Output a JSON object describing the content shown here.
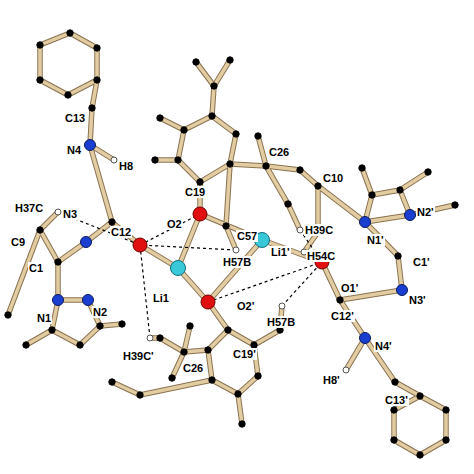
{
  "diagram": {
    "labels": [
      "C13",
      "N4",
      "H8",
      "C26",
      "C19",
      "C10",
      "N2'",
      "N3",
      "H37C",
      "C12",
      "O2",
      "C57",
      "H39C",
      "N1'",
      "C9",
      "Li1'",
      "H54C",
      "H57B",
      "C1'",
      "C1",
      "O1'",
      "Li1",
      "N3'",
      "N1",
      "N2",
      "C12'",
      "H57B",
      "O2'",
      "N4'",
      "H39C'",
      "C19'",
      "C26",
      "H8'",
      "C13'"
    ]
  }
}
